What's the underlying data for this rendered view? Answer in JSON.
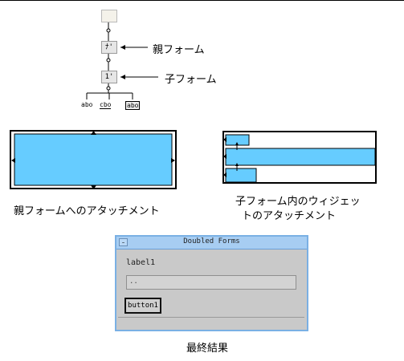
{
  "hierarchy": {
    "parent_label": "親フォーム",
    "child_label": "子フォーム",
    "parent_node_text": "ﾅ'",
    "child_node_text": "1'",
    "leaves": [
      "abo",
      "cbo",
      "abo"
    ]
  },
  "captions": {
    "parent_attach": "親フォームへのアタッチメント",
    "child_attach_line1": "子フォーム内のウィジェッ",
    "child_attach_line2": "トのアタッチメント",
    "final": "最終結果"
  },
  "window": {
    "title": "Doubled Forms",
    "label": "label1",
    "field_value": "..",
    "button": "button1"
  },
  "colors": {
    "widget_fill": "#66ccff",
    "window_border": "#7ab0e4",
    "titlebar": "#a7cdf2"
  }
}
